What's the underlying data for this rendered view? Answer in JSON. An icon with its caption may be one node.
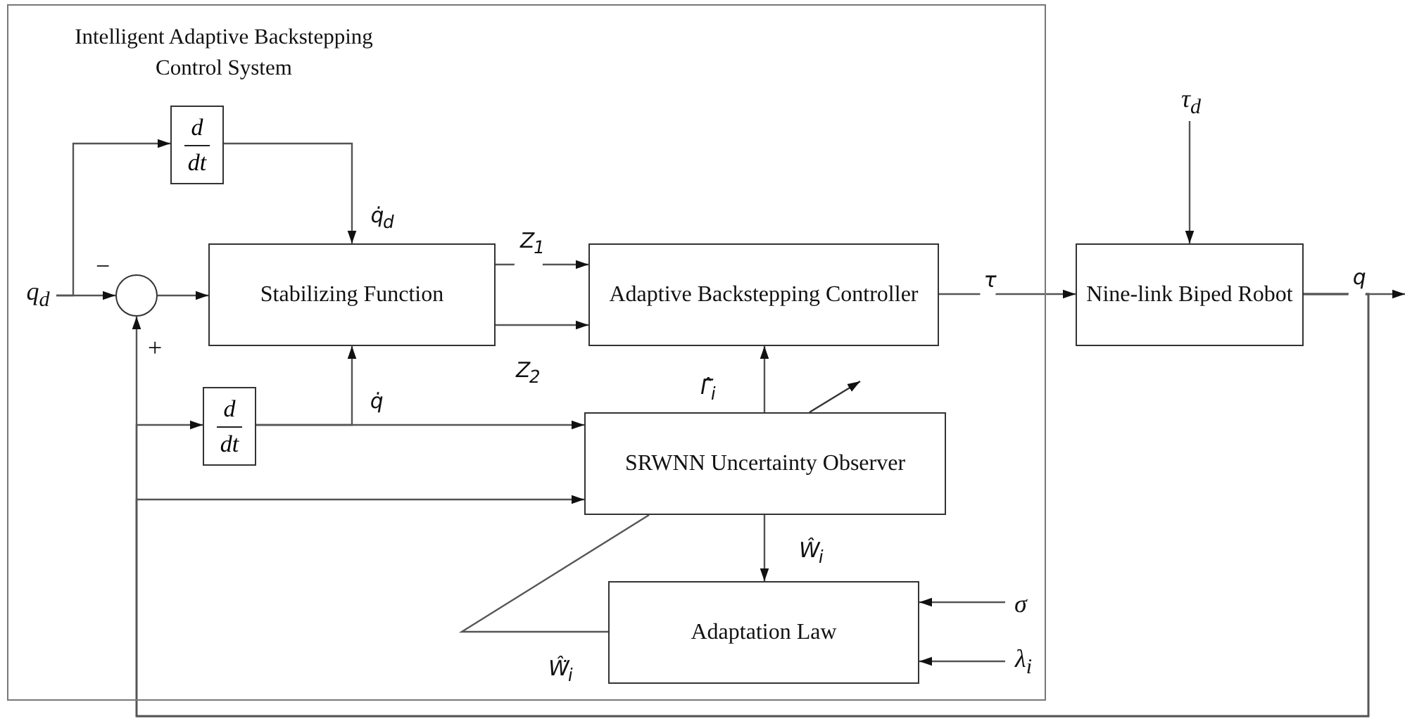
{
  "diagram": {
    "nodes": [
      {
        "text": [
          "Intelligent Adaptive Backstepping Control System"
        ]
      },
      {
        "text": [
          "d",
          "dt"
        ],
        "in": 0
      },
      {
        "text": [],
        "shape": "circle",
        "in": 0
      },
      {
        "text": [
          "Stabilizing Function"
        ],
        "in": 0
      },
      {
        "text": [
          "Adaptive Backstepping Controller"
        ],
        "in": 0
      },
      {
        "text": [
          "d",
          "dt"
        ],
        "in": 0
      },
      {
        "text": [
          "SRWNN Uncertainty Observer"
        ],
        "in": 0
      },
      {
        "text": [
          "Adaptation Law"
        ],
        "in": 0
      },
      {
        "text": [
          "Nine-link Biped Robot"
        ]
      },
      {
        "text": [
          "q$_{d}$"
        ],
        "in": 0
      },
      {
        "text": [
          "τ$_{d}$"
        ]
      },
      {
        "text": [
          "σ"
        ],
        "in": 0
      },
      {
        "text": [
          "λ$_{i}$"
        ],
        "in": 0
      }
    ],
    "edges": [
      {
        "from": 9,
        "to": 2,
        "arrow": "to"
      },
      {
        "from": 9,
        "to": 1,
        "arrow": "to"
      },
      {
        "from": 1,
        "to": 3,
        "arrow": "to",
        "label": "q̇$_{d}$"
      },
      {
        "from": 2,
        "to": 3,
        "arrow": "to"
      },
      {
        "from": 3,
        "to": 4,
        "arrow": "to",
        "label": "Z$_{1}$"
      },
      {
        "from": 3,
        "to": 4,
        "arrow": "to",
        "label": "Z$_{2}$"
      },
      {
        "from": 4,
        "to": 8,
        "arrow": "to",
        "label": "τ"
      },
      {
        "from": 10,
        "to": 8,
        "arrow": "to"
      },
      {
        "from": 8,
        "to": null,
        "arrow": "to",
        "label": "q"
      },
      {
        "from": 8,
        "to": 2,
        "arrow": "to"
      },
      {
        "from": 8,
        "to": 5,
        "arrow": "to"
      },
      {
        "from": 8,
        "to": 6,
        "arrow": "to"
      },
      {
        "from": 5,
        "to": 6,
        "arrow": "to"
      },
      {
        "from": 5,
        "to": 3,
        "arrow": "to",
        "label": "q̇"
      },
      {
        "from": 6,
        "to": 4,
        "arrow": "to",
        "label": "Γ̂$_{i}$"
      },
      {
        "from": 6,
        "to": 7,
        "arrow": "to",
        "label": "Ŵ$_{i}$"
      },
      {
        "from": 7,
        "to": 6,
        "arrow": "none",
        "label": "Ŵ̇$_{i}$"
      },
      {
        "from": 11,
        "to": 7,
        "arrow": "to"
      },
      {
        "from": 12,
        "to": 7,
        "arrow": "to"
      }
    ],
    "labels": [
      "−",
      "+"
    ]
  }
}
